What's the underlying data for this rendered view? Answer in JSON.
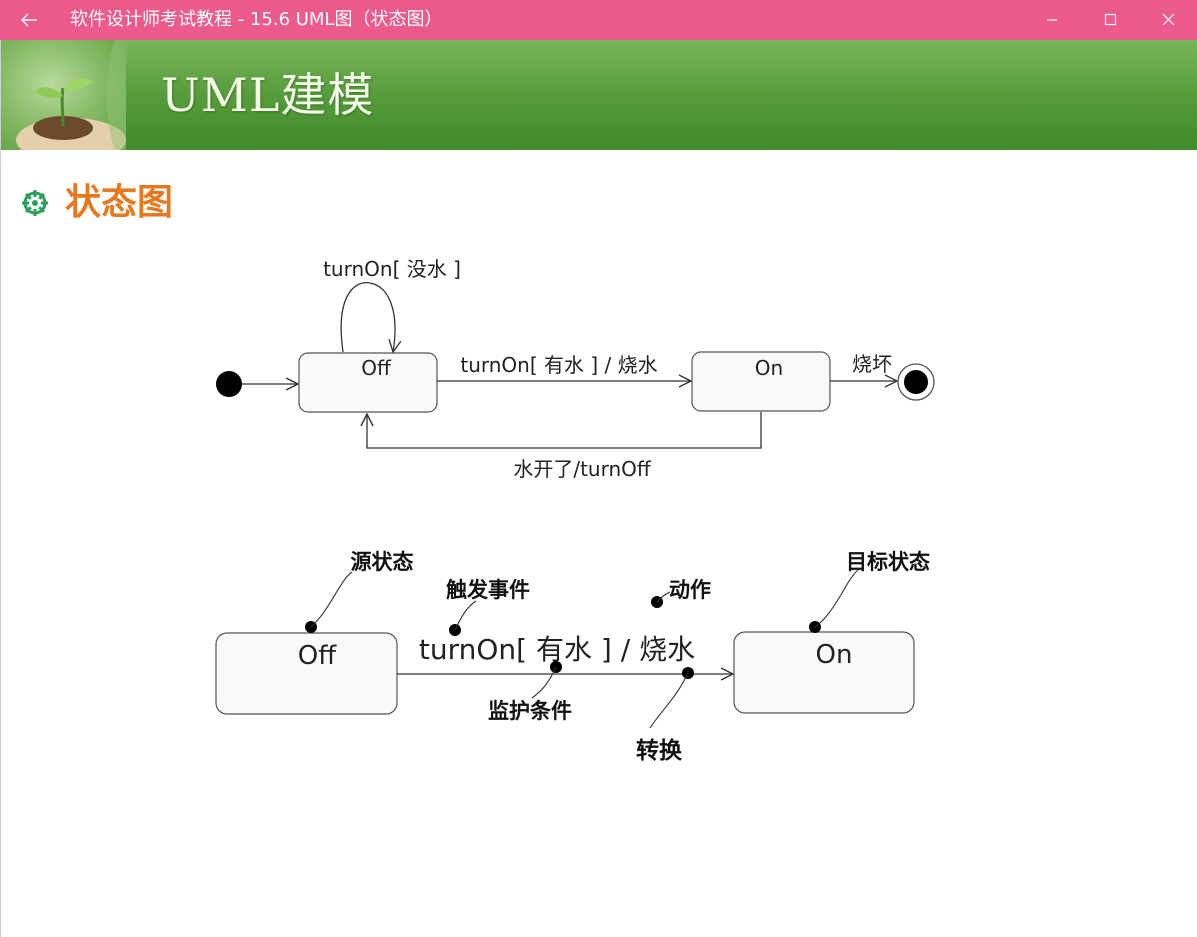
{
  "window": {
    "title": "软件设计师考试教程 - 15.6  UML图（状态图）",
    "accent_color": "#ec5a8b",
    "icons": {
      "back": "back-arrow-icon",
      "minimize": "minimize-icon",
      "maximize": "maximize-icon",
      "close": "close-icon"
    }
  },
  "slide": {
    "banner_title": "UML建模",
    "heading": "状态图",
    "heading_color": "#e8781e"
  },
  "diagram1": {
    "states": {
      "off": "Off",
      "on": "On"
    },
    "transitions": {
      "self_loop": "turnOn[ 没水 ]",
      "off_to_on": "turnOn[ 有水 ] / 烧水",
      "on_to_final": "烧坏",
      "on_to_off": "水开了/turnOff"
    }
  },
  "diagram2": {
    "states": {
      "off": "Off",
      "on": "On"
    },
    "transition_label": "turnOn[ 有水 ] / 烧水",
    "annotations": {
      "source_state": "源状态",
      "trigger_event": "触发事件",
      "action": "动作",
      "target_state": "目标状态",
      "guard_condition": "监护条件",
      "transition": "转换"
    }
  }
}
